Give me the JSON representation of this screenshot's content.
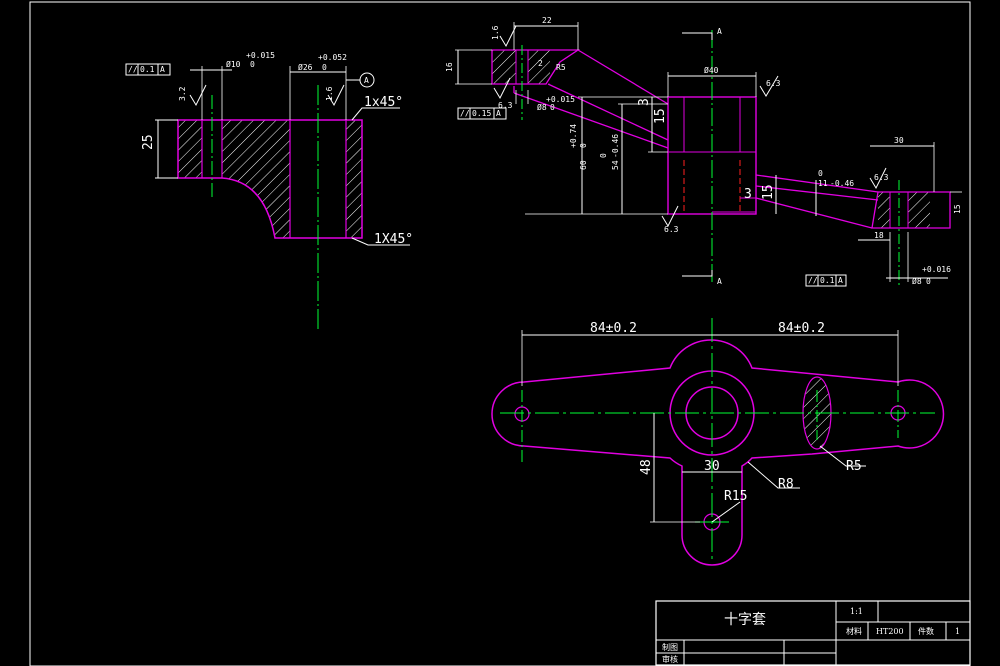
{
  "colors": {
    "background": "#000000",
    "outline": "#e100e1",
    "center_line": "#00ff33",
    "dimension": "#ffffff",
    "hidden_line": "#ff2020",
    "hatch": "#ffffff",
    "tolerance_yellow": "#ffff00"
  },
  "view_left": {
    "fcf": [
      "//",
      "0.1",
      "A"
    ],
    "dia10_base": "Ø10",
    "dia10_upper": "+0.015",
    "dia10_lower": "0",
    "dia26_base": "Ø26",
    "dia26_upper": "+0.052",
    "dia26_lower": "0",
    "datum": "A",
    "rough_left": "3.2",
    "rough_right": "1.6",
    "height": "25",
    "chamfer_top": "1x45°",
    "chamfer_bottom": "1X45°"
  },
  "view_section": {
    "dim_top": "22",
    "dim_16": "16",
    "r5": "R5",
    "dim_2": "2",
    "rough_top": "1.6",
    "rough_left_bottom": "6.3",
    "fcf": [
      "//",
      "0.15",
      "A"
    ],
    "dia8_base": "Ø8",
    "dia8_upper": "+0.015",
    "dia8_lower": "0",
    "dim_3_top": "3",
    "dim_15_top": "15",
    "dim_074_upper": "+0.74",
    "dim_074_base": "60",
    "dim_074_lower": "0",
    "dim_54_base": "54",
    "dim_54_tol": "-0.46",
    "dim_54_zero": "0",
    "dia40": "Ø40",
    "rough_right": "6.3",
    "dim_3_bottom": "3",
    "dim_15_bottom": "15",
    "dim_11_base": "11",
    "dim_11_tol": "-0.46",
    "dim_11_zero": "0",
    "rough_bottom": "6.3",
    "section_top": "A",
    "section_bottom": "A"
  },
  "view_right": {
    "dim_30": "30",
    "rough": "6.3",
    "dim_18": "18",
    "dim_15": "15",
    "fcf": [
      "//",
      "0.1",
      "A"
    ],
    "dia8_base": "Ø8",
    "dia8_upper": "+0.016",
    "dia8_lower": "0"
  },
  "view_plan": {
    "dim_left": "84±0.2",
    "dim_right": "84±0.2",
    "dim_48": "48",
    "dim_30": "30",
    "r8": "R8",
    "r5": "R5",
    "r15": "R15"
  },
  "title_block": {
    "part_name": "十字套",
    "scale": "1:1",
    "material_label": "材料",
    "material": "HT200",
    "drawing_no_label": "件数",
    "quantity": "1",
    "drawn_label": "制图",
    "checked_label": "审核"
  }
}
